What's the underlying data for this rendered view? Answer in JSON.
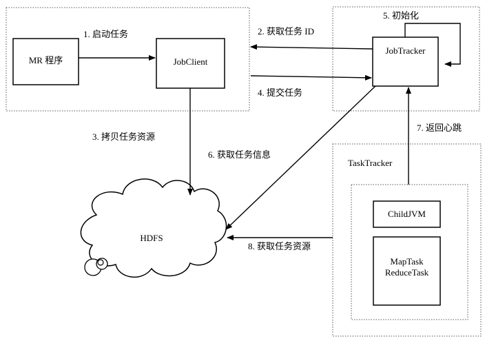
{
  "nodes": {
    "mr_program": "MR 程序",
    "jobclient": "JobClient",
    "jobtracker": "JobTracker",
    "tasktracker": "TaskTracker",
    "childjvm": "ChildJVM",
    "maptask": "MapTask",
    "reducetask": "ReduceTask",
    "hdfs": "HDFS"
  },
  "steps": {
    "s1": "1. 启动任务",
    "s2": "2. 获取任务 ID",
    "s3": "3. 拷贝任务资源",
    "s4": "4. 提交任务",
    "s5": "5. 初始化",
    "s6": "6. 获取任务信息",
    "s7": "7. 返回心跳",
    "s8": "8. 获取任务资源"
  },
  "colors": {
    "line": "#000000",
    "dotted": "#555555"
  }
}
